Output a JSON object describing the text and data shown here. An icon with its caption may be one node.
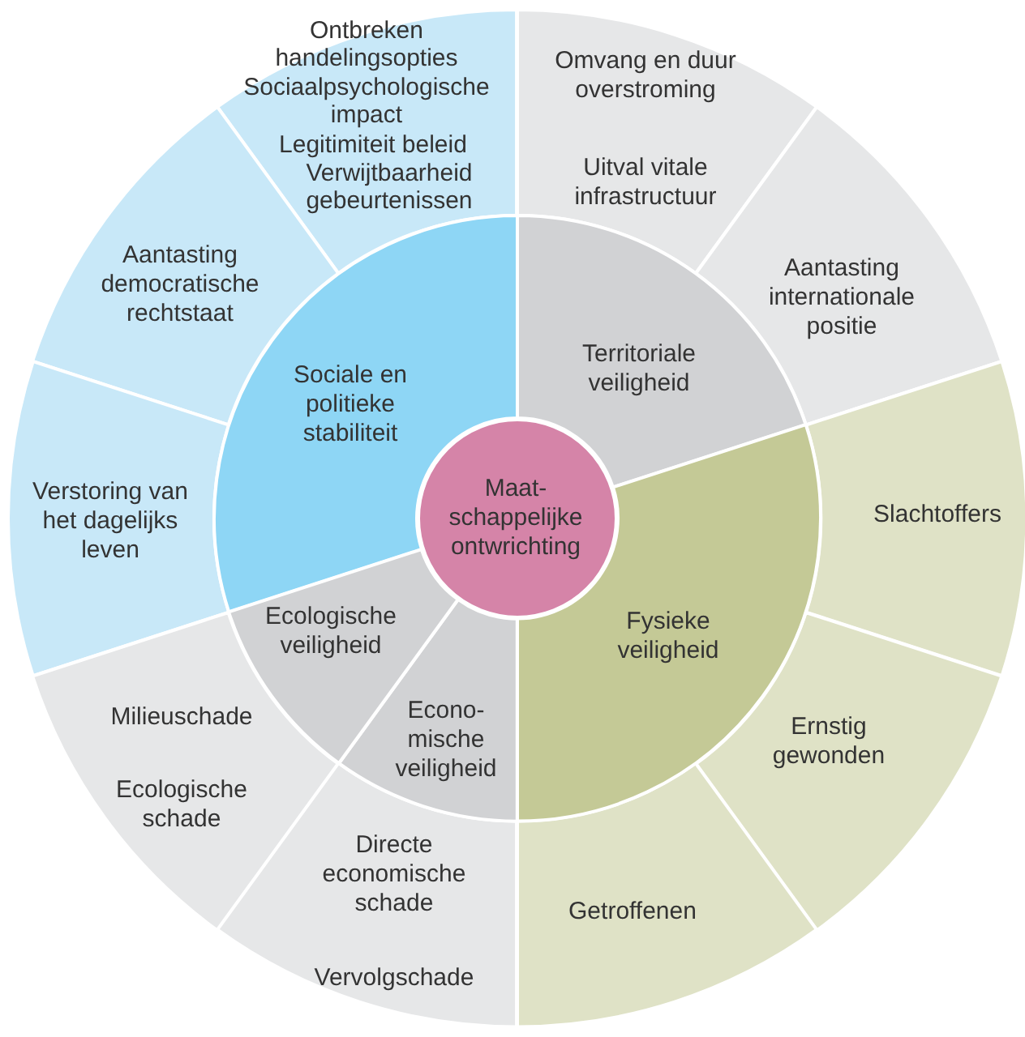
{
  "diagram": {
    "nodes": [
      {
        "text": [
          "Maat-schappelijke ontwrichting"
        ]
      },
      {
        "text": [
          "Sociale en politieke stabiliteit"
        ]
      },
      {
        "text": [
          "Territoriale veiligheid"
        ]
      },
      {
        "text": [
          "Fysieke veiligheid"
        ]
      },
      {
        "text": [
          "Econo-mische veiligheid"
        ]
      },
      {
        "text": [
          "Ecologische veiligheid"
        ]
      },
      {
        "text": [
          "Ontbreken handelingsopties",
          "Sociaalpsychologische impact",
          "Legitimiteit beleid",
          "Verwijtbaarheid gebeurtenissen"
        ]
      },
      {
        "text": [
          "Omvang en duur overstroming",
          "Uitval vitale infrastructuur"
        ]
      },
      {
        "text": [
          "Aantasting democratische rechtstaat"
        ]
      },
      {
        "text": [
          "Aantasting internationale positie"
        ]
      },
      {
        "text": [
          "Verstoring van het dagelijks leven"
        ]
      },
      {
        "text": [
          "Slachtoffers"
        ]
      },
      {
        "text": [
          "Milieuschade",
          "Ecologische schade"
        ]
      },
      {
        "text": [
          "Ernstig gewonden"
        ]
      },
      {
        "text": [
          "Directe economische schade",
          "Vervolgschade"
        ]
      },
      {
        "text": [
          "Getroffenen"
        ]
      }
    ]
  }
}
